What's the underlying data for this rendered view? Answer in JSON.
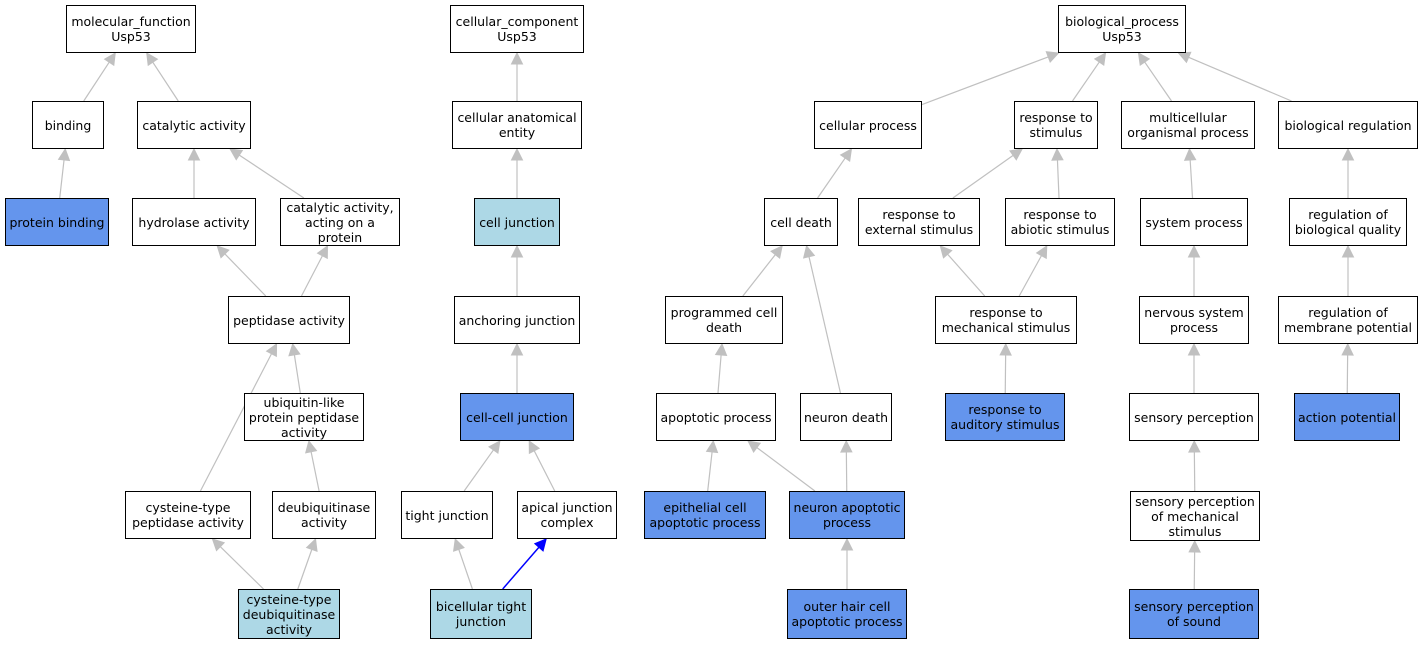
{
  "colors": {
    "edge": "#c0c0c0",
    "edge_highlight": "#0000ff",
    "node_fill": "#ffffff",
    "node_light": "#add8e6",
    "node_blue": "#6495ed"
  },
  "nodes": {
    "mf_root": {
      "label": "molecular_function\nUsp53",
      "fill": "white"
    },
    "binding": {
      "label": "binding",
      "fill": "white"
    },
    "catalytic": {
      "label": "catalytic activity",
      "fill": "white"
    },
    "protein_binding": {
      "label": "protein binding",
      "fill": "blue"
    },
    "hydrolase": {
      "label": "hydrolase activity",
      "fill": "white"
    },
    "cat_protein": {
      "label": "catalytic activity,\nacting on a\nprotein",
      "fill": "white"
    },
    "peptidase": {
      "label": "peptidase activity",
      "fill": "white"
    },
    "ubl_peptidase": {
      "label": "ubiquitin-like\nprotein peptidase\nactivity",
      "fill": "white"
    },
    "cys_peptidase": {
      "label": "cysteine-type\npeptidase activity",
      "fill": "white"
    },
    "deubiq": {
      "label": "deubiquitinase\nactivity",
      "fill": "white"
    },
    "cys_deubiq": {
      "label": "cysteine-type\ndeubiquitinase\nactivity",
      "fill": "light"
    },
    "cc_root": {
      "label": "cellular_component\nUsp53",
      "fill": "white"
    },
    "cae": {
      "label": "cellular anatomical\nentity",
      "fill": "white"
    },
    "cell_junction": {
      "label": "cell junction",
      "fill": "light"
    },
    "anchoring": {
      "label": "anchoring junction",
      "fill": "white"
    },
    "cc_junction": {
      "label": "cell-cell junction",
      "fill": "blue"
    },
    "tight": {
      "label": "tight junction",
      "fill": "white"
    },
    "apical": {
      "label": "apical junction\ncomplex",
      "fill": "white"
    },
    "bicellular": {
      "label": "bicellular tight\njunction",
      "fill": "light"
    },
    "bp_root": {
      "label": "biological_process\nUsp53",
      "fill": "white"
    },
    "cell_process": {
      "label": "cellular process",
      "fill": "white"
    },
    "resp_stim": {
      "label": "response to\nstimulus",
      "fill": "white"
    },
    "multicell": {
      "label": "multicellular\norganismal process",
      "fill": "white"
    },
    "bio_reg": {
      "label": "biological regulation",
      "fill": "white"
    },
    "cell_death": {
      "label": "cell death",
      "fill": "white"
    },
    "resp_ext": {
      "label": "response to\nexternal stimulus",
      "fill": "white"
    },
    "resp_abiotic": {
      "label": "response to\nabiotic stimulus",
      "fill": "white"
    },
    "system_proc": {
      "label": "system process",
      "fill": "white"
    },
    "reg_quality": {
      "label": "regulation of\nbiological quality",
      "fill": "white"
    },
    "prog_death": {
      "label": "programmed cell\ndeath",
      "fill": "white"
    },
    "resp_mech": {
      "label": "response to\nmechanical stimulus",
      "fill": "white"
    },
    "nervous": {
      "label": "nervous system\nprocess",
      "fill": "white"
    },
    "reg_membrane": {
      "label": "regulation of\nmembrane potential",
      "fill": "white"
    },
    "apoptotic": {
      "label": "apoptotic process",
      "fill": "white"
    },
    "neuron_death": {
      "label": "neuron death",
      "fill": "white"
    },
    "resp_auditory": {
      "label": "response to\nauditory stimulus",
      "fill": "blue"
    },
    "sensory": {
      "label": "sensory perception",
      "fill": "white"
    },
    "action_pot": {
      "label": "action potential",
      "fill": "blue"
    },
    "epithelial": {
      "label": "epithelial cell\napoptotic process",
      "fill": "blue"
    },
    "neuron_apop": {
      "label": "neuron apoptotic\nprocess",
      "fill": "blue"
    },
    "sensory_mech": {
      "label": "sensory perception\nof mechanical\nstimulus",
      "fill": "white"
    },
    "outer_hair": {
      "label": "outer hair cell\napoptotic process",
      "fill": "blue"
    },
    "sensory_sound": {
      "label": "sensory perception\nof sound",
      "fill": "blue"
    }
  },
  "edges": [
    {
      "from": "binding",
      "to": "mf_root"
    },
    {
      "from": "catalytic",
      "to": "mf_root"
    },
    {
      "from": "protein_binding",
      "to": "binding"
    },
    {
      "from": "hydrolase",
      "to": "catalytic"
    },
    {
      "from": "cat_protein",
      "to": "catalytic"
    },
    {
      "from": "peptidase",
      "to": "hydrolase"
    },
    {
      "from": "peptidase",
      "to": "cat_protein"
    },
    {
      "from": "ubl_peptidase",
      "to": "peptidase"
    },
    {
      "from": "cys_peptidase",
      "to": "peptidase"
    },
    {
      "from": "deubiq",
      "to": "ubl_peptidase"
    },
    {
      "from": "cys_deubiq",
      "to": "cys_peptidase"
    },
    {
      "from": "cys_deubiq",
      "to": "deubiq"
    },
    {
      "from": "cae",
      "to": "cc_root"
    },
    {
      "from": "cell_junction",
      "to": "cae"
    },
    {
      "from": "anchoring",
      "to": "cell_junction"
    },
    {
      "from": "cc_junction",
      "to": "anchoring"
    },
    {
      "from": "tight",
      "to": "cc_junction"
    },
    {
      "from": "apical",
      "to": "cc_junction"
    },
    {
      "from": "bicellular",
      "to": "tight"
    },
    {
      "from": "bicellular",
      "to": "apical",
      "highlight": true
    },
    {
      "from": "cell_process",
      "to": "bp_root"
    },
    {
      "from": "resp_stim",
      "to": "bp_root"
    },
    {
      "from": "multicell",
      "to": "bp_root"
    },
    {
      "from": "bio_reg",
      "to": "bp_root"
    },
    {
      "from": "cell_death",
      "to": "cell_process"
    },
    {
      "from": "resp_ext",
      "to": "resp_stim"
    },
    {
      "from": "resp_abiotic",
      "to": "resp_stim"
    },
    {
      "from": "system_proc",
      "to": "multicell"
    },
    {
      "from": "reg_quality",
      "to": "bio_reg"
    },
    {
      "from": "prog_death",
      "to": "cell_death"
    },
    {
      "from": "neuron_death",
      "to": "cell_death"
    },
    {
      "from": "resp_mech",
      "to": "resp_ext"
    },
    {
      "from": "resp_mech",
      "to": "resp_abiotic"
    },
    {
      "from": "nervous",
      "to": "system_proc"
    },
    {
      "from": "reg_membrane",
      "to": "reg_quality"
    },
    {
      "from": "apoptotic",
      "to": "prog_death"
    },
    {
      "from": "resp_auditory",
      "to": "resp_mech"
    },
    {
      "from": "sensory",
      "to": "nervous"
    },
    {
      "from": "action_pot",
      "to": "reg_membrane"
    },
    {
      "from": "epithelial",
      "to": "apoptotic"
    },
    {
      "from": "neuron_apop",
      "to": "apoptotic"
    },
    {
      "from": "neuron_apop",
      "to": "neuron_death"
    },
    {
      "from": "sensory_mech",
      "to": "sensory"
    },
    {
      "from": "outer_hair",
      "to": "neuron_apop"
    },
    {
      "from": "sensory_sound",
      "to": "sensory_mech"
    }
  ]
}
